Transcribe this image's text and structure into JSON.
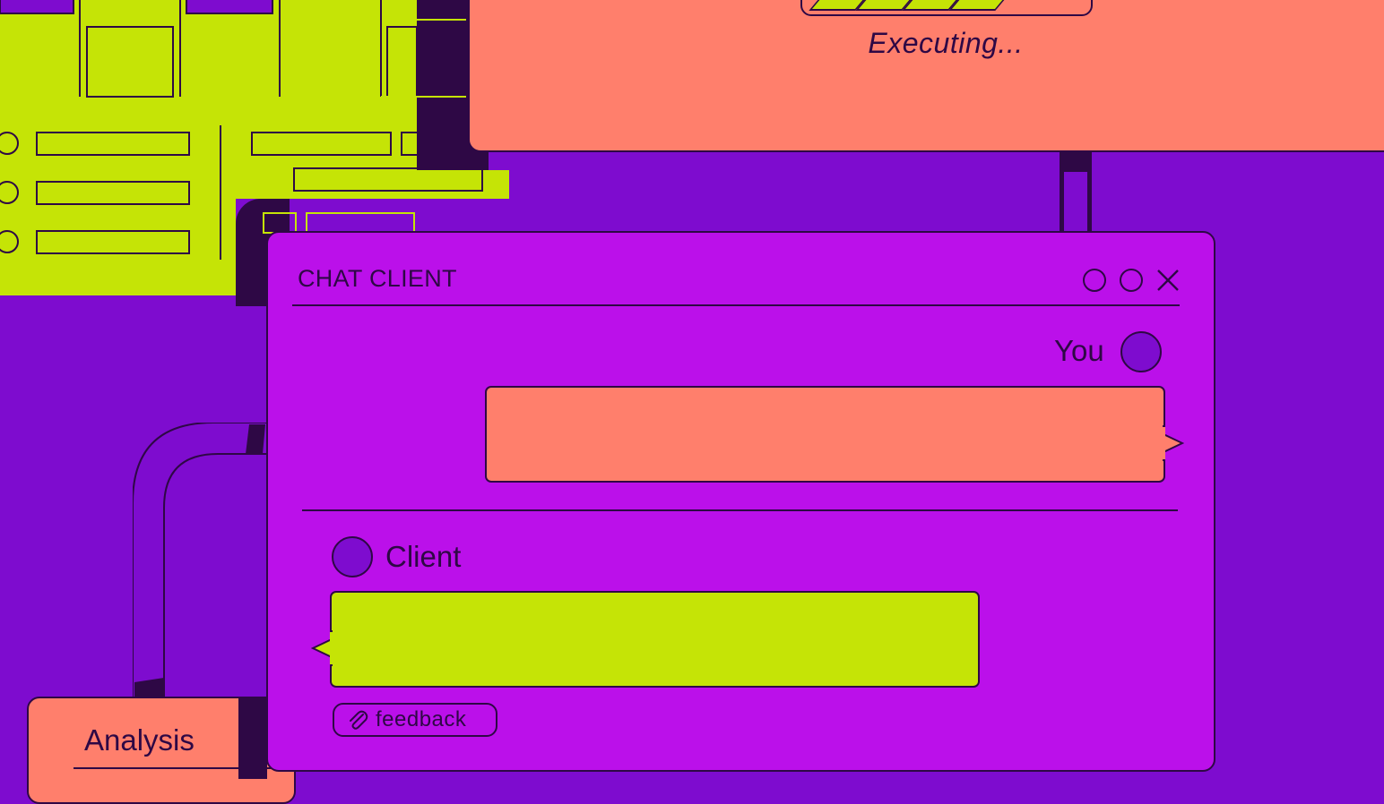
{
  "exec_window": {
    "status": "Executing...",
    "progress_segments": 4
  },
  "chat_window": {
    "title": "CHAT CLIENT",
    "controls": [
      "minimize",
      "maximize",
      "close"
    ],
    "messages": [
      {
        "sender": "You",
        "align": "right",
        "bubble_color": "#ff7f6c"
      },
      {
        "sender": "Client",
        "align": "left",
        "bubble_color": "#c5e406"
      }
    ],
    "attachment": {
      "icon": "paperclip-icon",
      "label": "feedback"
    }
  },
  "analysis_panel": {
    "tab_label": "Analysis"
  },
  "colors": {
    "background": "#7e0ccf",
    "chat_window": "#bb10ea",
    "accent_coral": "#ff7f6c",
    "accent_lime": "#c5e406",
    "outline": "#2e0845"
  }
}
